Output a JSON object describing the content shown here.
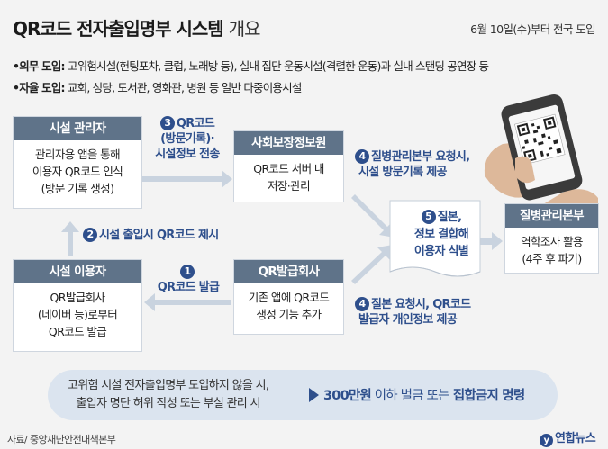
{
  "title": {
    "main": "QR코드 전자출입명부 시스템",
    "suffix": "개요"
  },
  "date_note": "6월 10일(수)부터 전국 도입",
  "bullets": [
    {
      "head": "•의무 도입:",
      "text": " 고위험시설(헌팅포차, 클럽, 노래방 등), 실내 집단 운동시설(격렬한 운동)과 실내 스탠딩 공연장 등"
    },
    {
      "head": "•자율 도입:",
      "text": " 교회, 성당, 도서관, 영화관, 병원 등 일반 다중이용시설"
    }
  ],
  "boxes": {
    "facility_manager": {
      "title": "시설 관리자",
      "lines": [
        "관리자용 앱을 통해",
        "이용자 QR코드 인식",
        "(방문 기록 생성)"
      ]
    },
    "social_security": {
      "title": "사회보장정보원",
      "lines": [
        "QR코드 서버 내",
        "저장·관리"
      ]
    },
    "kdca": {
      "title": "질병관리본부",
      "lines": [
        "역학조사 활용",
        "(4주 후 파기)"
      ]
    },
    "facility_user": {
      "title": "시설 이용자",
      "lines": [
        "QR발급회사",
        "(네이버 등)로부터",
        "QR코드 발급"
      ]
    },
    "qr_issuer": {
      "title": "QR발급회사",
      "lines": [
        "기존 앱에 QR코드",
        "생성 기능 추가"
      ]
    }
  },
  "steps": {
    "s1": {
      "num": "1",
      "text": "QR코드 발급"
    },
    "s2": {
      "num": "2",
      "text": "시설 출입시 QR코드 제시"
    },
    "s3": {
      "num": "3",
      "line1": "QR코드",
      "line2": "(방문기록)·",
      "line3": "시설정보 전송"
    },
    "s4a": {
      "num": "4",
      "line1": "질병관리본부 요청시,",
      "line2": "시설 방문기록 제공"
    },
    "s4b": {
      "num": "4",
      "line1": "질본 요청시, QR코드",
      "line2": "발급자 개인정보 제공"
    },
    "s5": {
      "num": "5",
      "line1": "질본,",
      "line2": "정보 결합해",
      "line3": "이용자 식별"
    }
  },
  "penalty": {
    "cond_line1": "고위험 시설 전자출입명부 도입하지 않을 시,",
    "cond_line2": "출입자 명단 허위 작성 또는 부실 관리 시",
    "amount": "300만원",
    "mid1": " 이하 벌금 ",
    "or": "또는",
    "fine": " 집합금지 명령"
  },
  "source": "자료/ 중앙재난안전대책본부",
  "logo": {
    "mark": "y",
    "text": "연합뉴스"
  },
  "colors": {
    "accent": "#2e4f8c",
    "box_head": "#5f7389",
    "arrow": "#c9d3df",
    "pill": "#dbe4ef"
  }
}
